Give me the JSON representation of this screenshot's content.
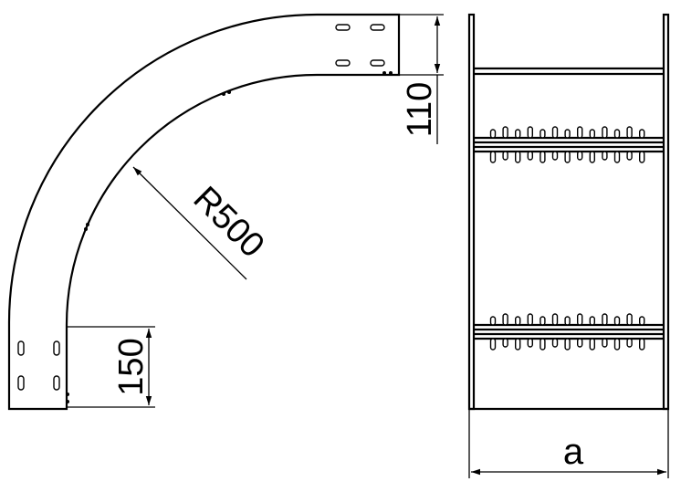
{
  "labels": {
    "radius": "R500",
    "top_height": "110",
    "bottom_height": "150",
    "width_var": "a"
  }
}
